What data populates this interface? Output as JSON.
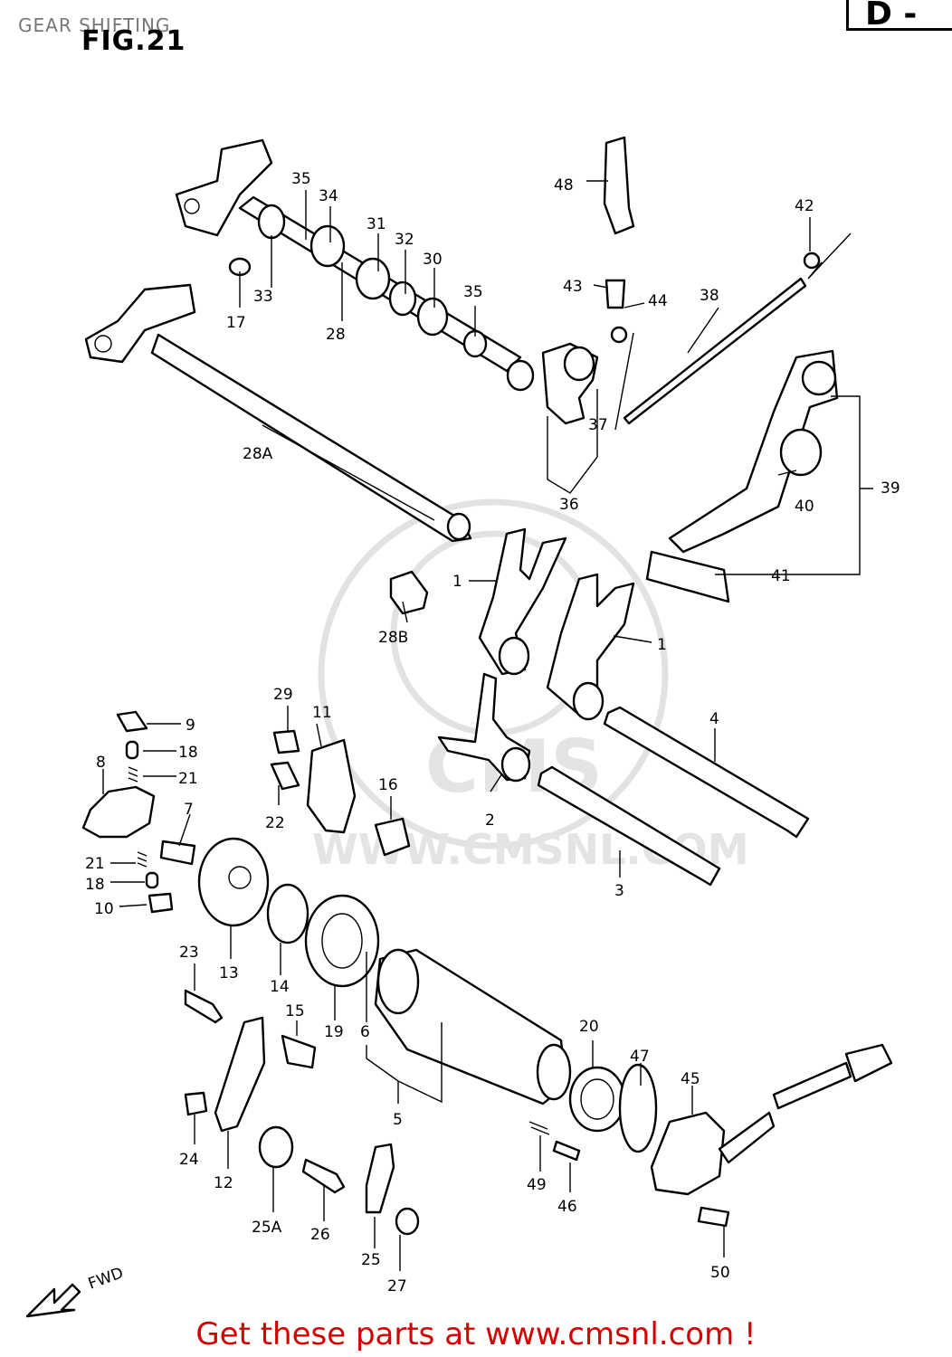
{
  "header": {
    "title": "GEAR SHIFTING",
    "fig": "FIG.21",
    "corner": "D -"
  },
  "watermark": {
    "brand": "CMS",
    "url": "WWW.CMSNL.COM"
  },
  "direction": "FWD",
  "footer": {
    "link_text": "Get these parts at www.cmsnl.com !",
    "color": "#d40000"
  },
  "callouts": {
    "p1a": "1",
    "p1b": "1",
    "p2": "2",
    "p3": "3",
    "p4": "4",
    "p5": "5",
    "p6": "6",
    "p7": "7",
    "p8": "8",
    "p9": "9",
    "p10": "10",
    "p11": "11",
    "p12": "12",
    "p13": "13",
    "p14": "14",
    "p15": "15",
    "p16": "16",
    "p17": "17",
    "p18a": "18",
    "p18b": "18",
    "p19": "19",
    "p20": "20",
    "p21a": "21",
    "p21b": "21",
    "p22": "22",
    "p23": "23",
    "p24": "24",
    "p25": "25",
    "p25a": "25A",
    "p26": "26",
    "p27": "27",
    "p28": "28",
    "p28a": "28A",
    "p28b": "28B",
    "p29": "29",
    "p30": "30",
    "p31": "31",
    "p32": "32",
    "p33": "33",
    "p34": "34",
    "p35a": "35",
    "p35b": "35",
    "p36": "36",
    "p37": "37",
    "p38": "38",
    "p39": "39",
    "p40": "40",
    "p41": "41",
    "p42": "42",
    "p43": "43",
    "p44": "44",
    "p45": "45",
    "p46": "46",
    "p47": "47",
    "p48": "48",
    "p49": "49",
    "p50": "50"
  }
}
